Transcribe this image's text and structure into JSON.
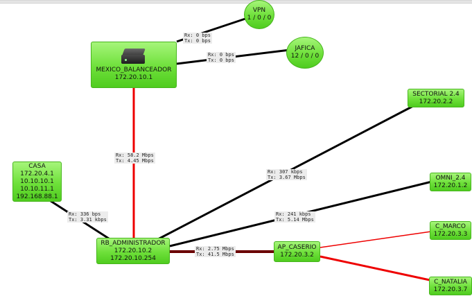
{
  "nodes": {
    "vpn": {
      "name": "VPN",
      "info": "1 / 0 / 0"
    },
    "jafica": {
      "name": "JAFICA",
      "info": "12 / 0 / 0"
    },
    "mexico": {
      "name": "MEXICO_BALANCEADOR",
      "ip": "172.20.10.1",
      "icon": "router-device-icon"
    },
    "sectorial": {
      "name": "SECTORIAL 2.4",
      "ip": "172.20.2.2"
    },
    "omni": {
      "name": "OMNI_2.4",
      "ip": "172.20.1.2"
    },
    "cmarco": {
      "name": "C_MARCO",
      "ip": "172.20.3.3"
    },
    "cnatalia": {
      "name": "C_NATALIA",
      "ip": "172.20.3.7"
    },
    "apcaserio": {
      "name": "AP_CASERIO",
      "ip": "172.20.3.2"
    },
    "casa": {
      "name": "CASA",
      "ips": [
        "172.20.4.1",
        "10.10.10.1",
        "10.10.11.1",
        "192.168.88.1"
      ]
    },
    "rbadmin": {
      "name": "RB_ADMINISTRADOR",
      "ips": [
        "172.20.10.2",
        "172.20.10.254"
      ]
    }
  },
  "links": {
    "mexico_vpn": {
      "rx": "Rx: 0 bps",
      "tx": "Tx: 0 bps"
    },
    "mexico_jafica": {
      "rx": "Rx: 0 bps",
      "tx": "Tx: 0 bps"
    },
    "mexico_rb": {
      "rx": "Rx: 58.2 Mbps",
      "tx": "Tx: 4.45 Mbps"
    },
    "rb_sectorial": {
      "rx": "Rx: 307 kbps",
      "tx": "Tx: 3.67 Mbps"
    },
    "rb_omni": {
      "rx": "Rx: 241 kbps",
      "tx": "Tx: 5.14 Mbps"
    },
    "casa_rb": {
      "rx": "Rx: 336 bps",
      "tx": "Tx: 3.31 kbps"
    },
    "rb_ap": {
      "rx": "Rx: 2.75 Mbps",
      "tx": "Tx: 41.5 Mbps"
    }
  },
  "colors": {
    "link_normal": "#000000",
    "link_critical": "#ee0000",
    "link_warning": "#6b0000",
    "node_green": "#6ee03a"
  }
}
